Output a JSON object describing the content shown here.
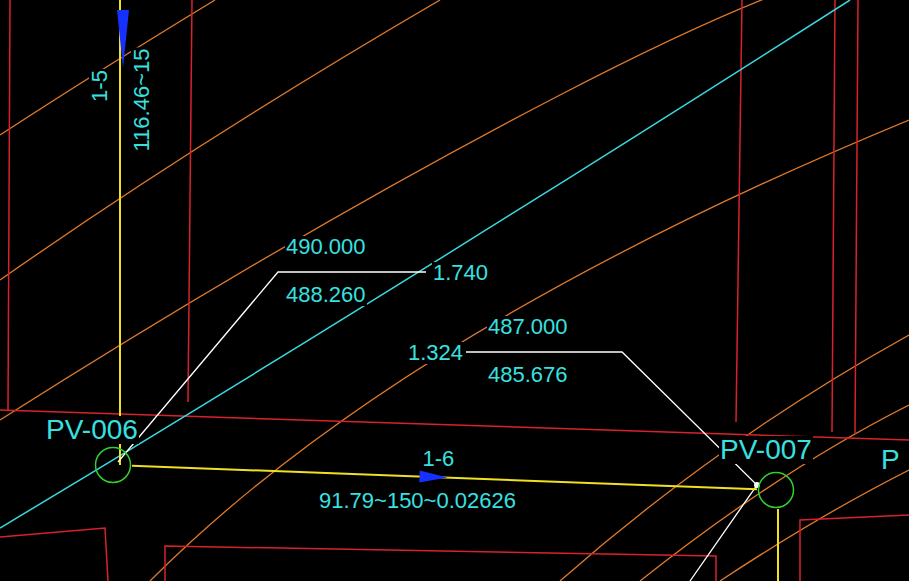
{
  "diagram": {
    "nodes": [
      {
        "text": [
          "PV-006"
        ]
      },
      {
        "text": [
          "PV-007"
        ]
      }
    ],
    "edges": [
      {
        "from": 0,
        "to": 1,
        "arrow": "to",
        "label": "1-6"
      }
    ],
    "labels": [
      "1-5",
      "116.46~15",
      "490.000",
      "1.740",
      "488.260",
      "1.324",
      "487.000",
      "485.676",
      "91.79~150~0.02626",
      "P"
    ]
  }
}
